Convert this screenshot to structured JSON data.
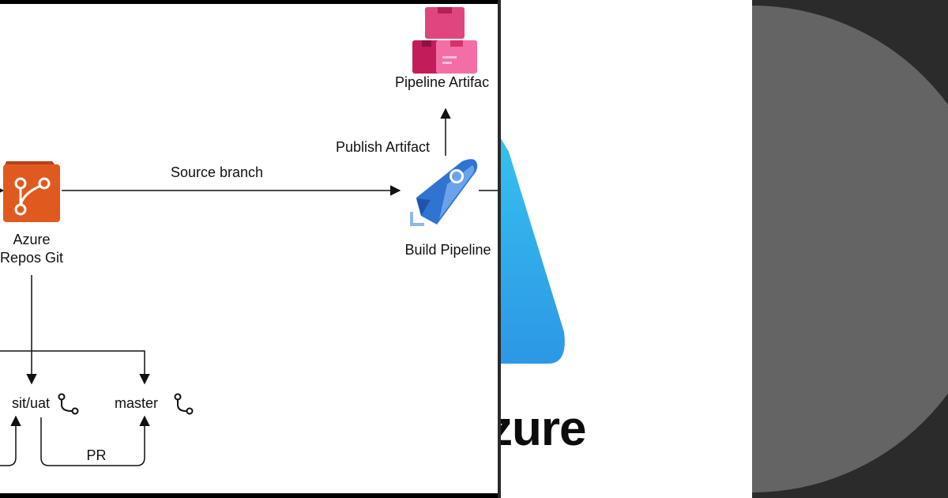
{
  "diagram": {
    "repo": {
      "line1": "Azure",
      "line2": "Repos Git"
    },
    "source_branch": "Source branch",
    "publish_artifact": "Publish Artifact",
    "pipeline_artifact": "Pipeline Artifac",
    "build_pipeline": "Build Pipeline",
    "branches": {
      "sit_uat": "sit/uat",
      "master": "master"
    },
    "pr": "PR"
  },
  "logo": {
    "wordmark": "zure"
  },
  "colors": {
    "repo_orange": "#e05a1f",
    "artifact_pink": "#d8306e",
    "pipeline_blue": "#2f74d0",
    "azure_blue": "#2ba6e8"
  }
}
